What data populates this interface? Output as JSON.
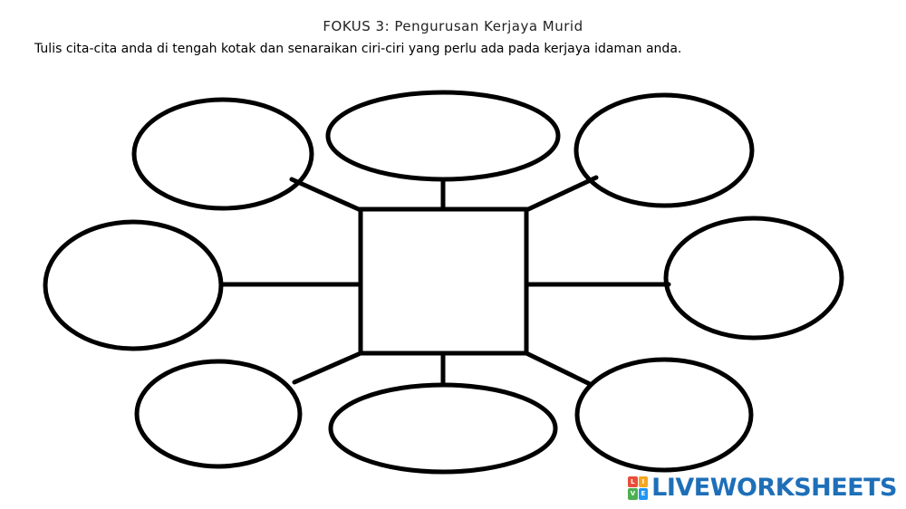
{
  "header": {
    "title": "FOKUS 3: Pengurusan Kerjaya Murid",
    "instruction": "Tulis cita-cita anda di tengah kotak dan senaraikan ciri-ciri yang perlu ada pada kerjaya idaman anda."
  },
  "diagram": {
    "center_box_label": "",
    "ovals": [
      "",
      "",
      "",
      "",
      "",
      "",
      "",
      ""
    ],
    "stroke_color": "#000000"
  },
  "branding": {
    "text": "LIVEWORKSHEETS",
    "logo_letters": [
      "L",
      "I",
      "V",
      "E"
    ],
    "logo_colors": [
      "#e94e3c",
      "#f5a623",
      "#4caf50",
      "#2196f3"
    ],
    "text_color": "#1e6fb8"
  }
}
